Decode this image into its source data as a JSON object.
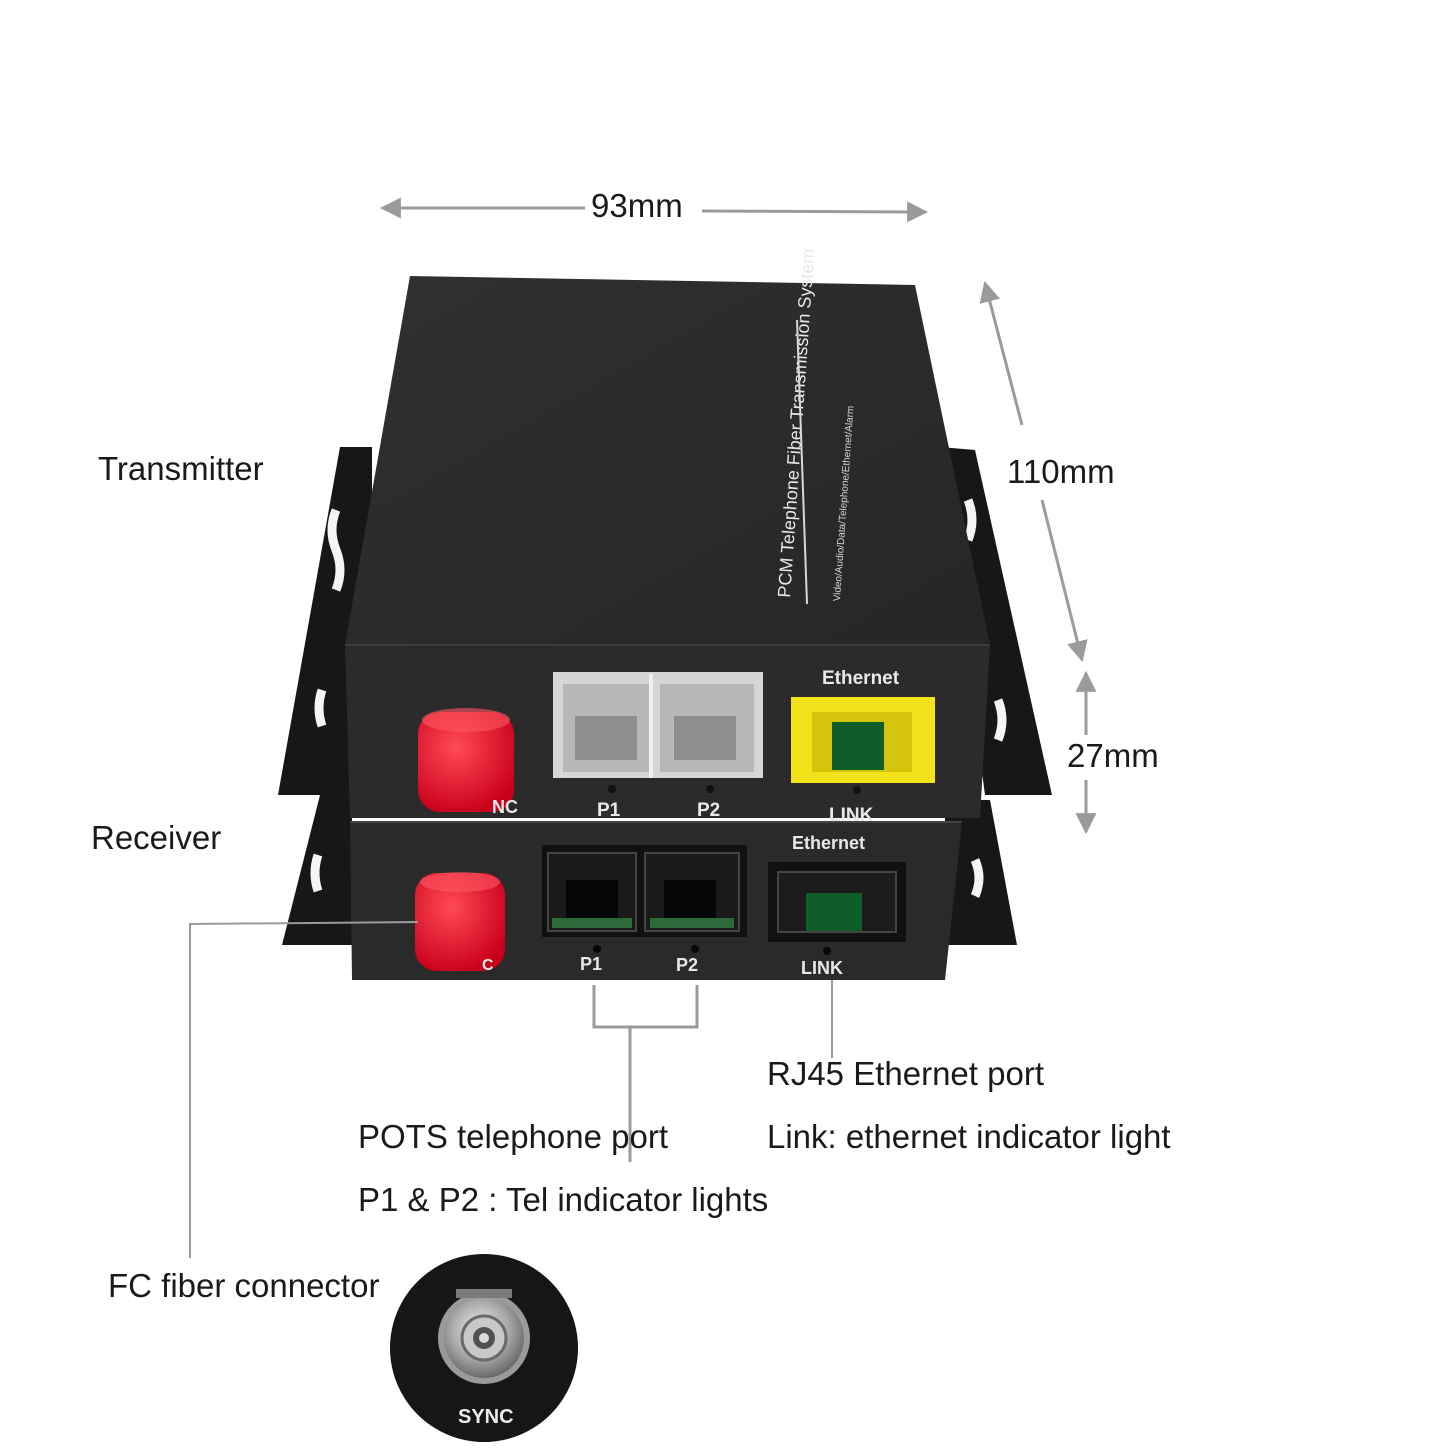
{
  "dimensions": {
    "width_label": "93mm",
    "depth_label": "110mm",
    "height_label": "27mm"
  },
  "units": {
    "transmitter_label": "Transmitter",
    "receiver_label": "Receiver"
  },
  "device": {
    "top_title": "PCM Telephone Fiber Transmission System",
    "top_subtitle": "Video/Audio/Data/Telephone/Ethernet/Alarm",
    "ethernet_label": "Ethernet",
    "link_label": "LINK",
    "p1_label": "P1",
    "p2_label": "P2",
    "sync_label": "SYNC",
    "sync_partial": "NC",
    "sync_partial_rx": "C"
  },
  "callouts": {
    "rj45": "RJ45 Ethernet port",
    "link_light": "Link: ethernet indicator light",
    "pots": "POTS telephone port",
    "tel_lights": "P1 & P2 : Tel indicator lights",
    "fc_connector": "FC fiber connector"
  },
  "colors": {
    "body": "#2b2b2b",
    "body_dark": "#1c1c1c",
    "red_cap": "#e8142a",
    "ethernet_yellow": "#f2e21a",
    "arrow_gray": "#9a9a9a"
  }
}
